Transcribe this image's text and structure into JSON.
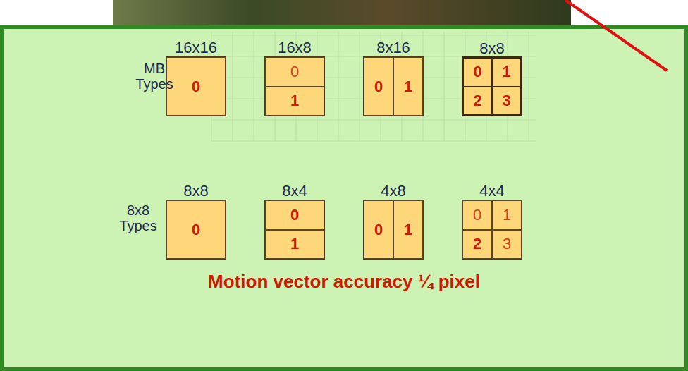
{
  "diagram": {
    "caption": "Motion vector accuracy ¼ pixel",
    "nodes": [
      {
        "text": [
          "16x16"
        ]
      },
      {
        "text": [
          "0"
        ],
        "in": 0
      },
      {
        "text": [
          "16x8"
        ]
      },
      {
        "text": [
          "0"
        ],
        "in": 2
      },
      {
        "text": [
          "1"
        ],
        "in": 2
      },
      {
        "text": [
          "8x16"
        ]
      },
      {
        "text": [
          "0"
        ],
        "in": 5
      },
      {
        "text": [
          "1"
        ],
        "in": 5
      },
      {
        "text": [
          "8x8"
        ]
      },
      {
        "text": [
          "0"
        ],
        "in": 8
      },
      {
        "text": [
          "1"
        ],
        "in": 8
      },
      {
        "text": [
          "2"
        ],
        "in": 8
      },
      {
        "text": [
          "3"
        ],
        "in": 8
      },
      {
        "text": [
          "8x8"
        ]
      },
      {
        "text": [
          "0"
        ],
        "in": 13
      },
      {
        "text": [
          "8x4"
        ]
      },
      {
        "text": [
          "0"
        ],
        "in": 15
      },
      {
        "text": [
          "1"
        ],
        "in": 15
      },
      {
        "text": [
          "4x8"
        ]
      },
      {
        "text": [
          "0"
        ],
        "in": 18
      },
      {
        "text": [
          "1"
        ],
        "in": 18
      },
      {
        "text": [
          "4x4"
        ]
      },
      {
        "text": [
          "0"
        ],
        "in": 21
      },
      {
        "text": [
          "1"
        ],
        "in": 21
      },
      {
        "text": [
          "2"
        ],
        "in": 21
      },
      {
        "text": [
          "3"
        ],
        "in": 21
      }
    ],
    "labels": [
      "MB Types",
      "8x8 Types"
    ]
  }
}
